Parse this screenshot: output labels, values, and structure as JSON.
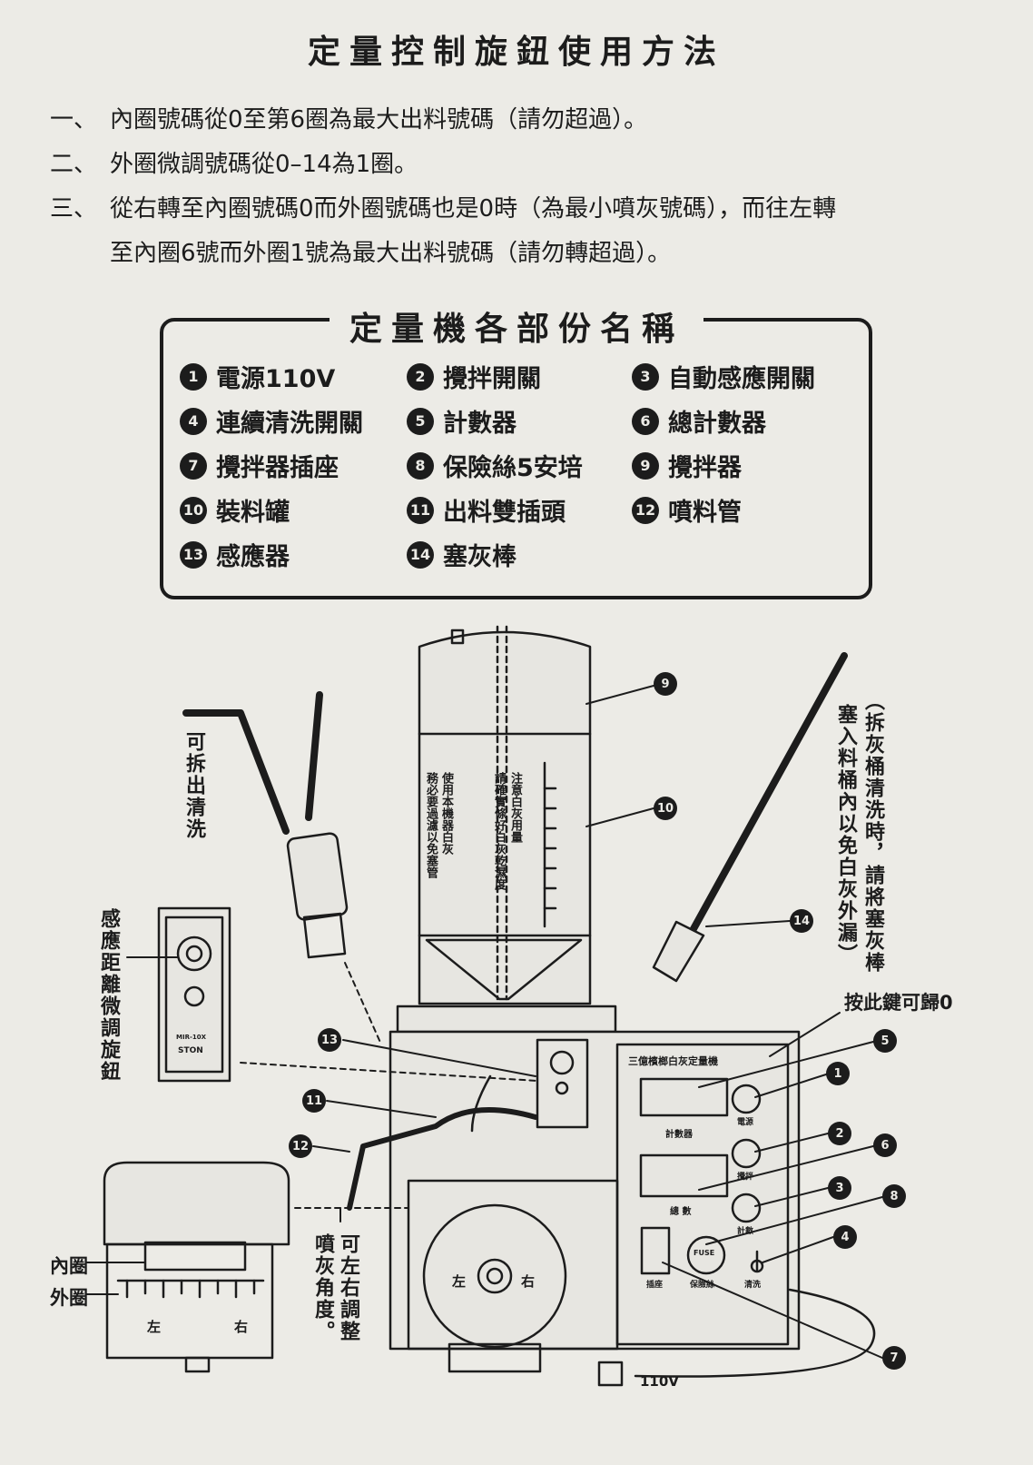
{
  "title": "定量控制旋鈕使用方法",
  "rules": [
    {
      "num": "一、",
      "lines": [
        "內圈號碼從0至第6圈為最大出料號碼（請勿超過）。"
      ]
    },
    {
      "num": "二、",
      "lines": [
        "外圈微調號碼從0–14為1圈。"
      ]
    },
    {
      "num": "三、",
      "lines": [
        "從右轉至內圈號碼0而外圈號碼也是0時（為最小噴灰號碼），而往左轉",
        "至內圈6號而外圈1號為最大出料號碼（請勿轉超過）。"
      ]
    }
  ],
  "parts_title": "定量機各部份名稱",
  "parts": [
    {
      "n": "1",
      "label": "電源110V"
    },
    {
      "n": "2",
      "label": "攪拌開關"
    },
    {
      "n": "3",
      "label": "自動感應開關"
    },
    {
      "n": "4",
      "label": "連續清洗開關"
    },
    {
      "n": "5",
      "label": "計數器"
    },
    {
      "n": "6",
      "label": "總計數器"
    },
    {
      "n": "7",
      "label": "攪拌器插座"
    },
    {
      "n": "8",
      "label": "保險絲5安培"
    },
    {
      "n": "9",
      "label": "攪拌器"
    },
    {
      "n": "10",
      "label": "裝料罐"
    },
    {
      "n": "11",
      "label": "出料雙插頭"
    },
    {
      "n": "12",
      "label": "噴料管"
    },
    {
      "n": "13",
      "label": "感應器"
    },
    {
      "n": "14",
      "label": "塞灰棒"
    }
  ],
  "diagram": {
    "removable_note": "可拆出清洗",
    "sensor_knob_note": "感應距離微調旋鈕",
    "plug_rod_note_1": "（拆灰桶清洗時，請將塞灰棒",
    "plug_rod_note_2": "塞入料桶內以免白灰外漏）",
    "reset_note": "按此鍵可歸0",
    "angle_note_1": "可左右調整",
    "angle_note_2": "噴灰角度。",
    "inner_ring": "內圈",
    "outer_ring": "外圈",
    "left": "左",
    "right": "右",
    "dir_left": "左",
    "dir_right": "右",
    "voltage": "110V",
    "panel_title": "三億檳榔白灰定量機",
    "panel_counter": "計數器",
    "panel_total": "總 數",
    "panel_power": "電源",
    "panel_stir": "攪拌",
    "panel_auto": "計數",
    "panel_socket": "插座",
    "panel_fuse": "保險絲",
    "panel_wash": "清洗",
    "fuse": "FUSE",
    "brand": "STON",
    "model": "MIR-10X",
    "tank_note_a": [
      "使用本機器白灰",
      "務必要過濾以免塞管"
    ],
    "tank_note_b": [
      "注意白灰用量",
      "請確實條好白灰乾濕度"
    ]
  }
}
